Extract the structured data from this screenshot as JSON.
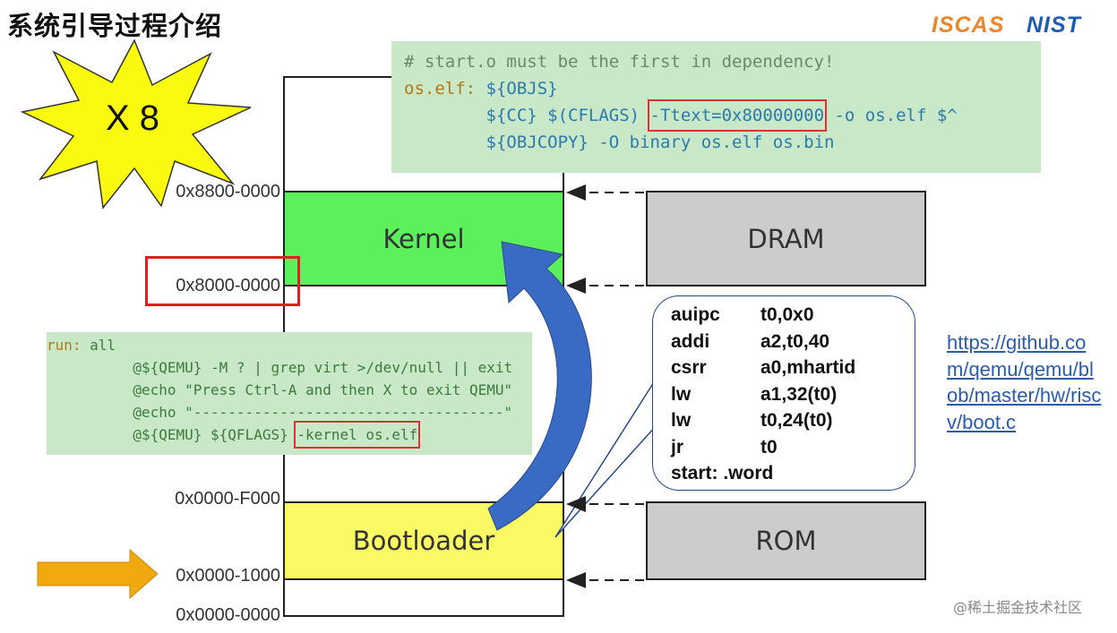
{
  "title": "系统引导过程介绍",
  "logos": {
    "iscas": "ISCAS",
    "nist": "NIST"
  },
  "star_label": "X 8",
  "makefile_top": {
    "line1": "# start.o must be the first in dependency!",
    "line2_target": "os.elf:",
    "line2_deps": " ${OBJS}",
    "line3_cc": "${CC} $(CFLAGS) ",
    "line3_hl": "-Ttext=0x80000000",
    "line3_rest": " -o os.elf $^",
    "line4": "${OBJCOPY} -O binary os.elf os.bin"
  },
  "makefile_left": {
    "line1_target": "run:",
    "line1_rest": " all",
    "line2": "@${QEMU} -M ? | grep virt >/dev/null || exit",
    "line3": "@echo \"Press Ctrl-A and then X to exit QEMU\"",
    "line4": "@echo \"------------------------------------\"",
    "line5_pre": "@${QEMU} ${QFLAGS} ",
    "line5_hl": "-kernel os.elf"
  },
  "memory": {
    "kernel": "Kernel",
    "bootloader": "Bootloader"
  },
  "hardware": {
    "dram": "DRAM",
    "rom": "ROM"
  },
  "addresses": {
    "a1": "0x8800-0000",
    "a2": "0x8000-0000",
    "a3": "0x0000-F000",
    "a4": "0x0000-1000",
    "a5": "0x0000-0000"
  },
  "asm": [
    {
      "op": "auipc",
      "args": "t0,0x0"
    },
    {
      "op": "addi",
      "args": "a2,t0,40"
    },
    {
      "op": "csrr",
      "args": "a0,mhartid"
    },
    {
      "op": "lw",
      "args": "a1,32(t0)"
    },
    {
      "op": "lw",
      "args": "t0,24(t0)"
    },
    {
      "op": "jr",
      "args": "t0"
    },
    {
      "op": "start: .word",
      "args": ""
    }
  ],
  "link": "https://github.com/qemu/qemu/blob/master/hw/riscv/boot.c",
  "watermark": "@稀土掘金技术社区",
  "colors": {
    "kernel": "#5cf05c",
    "bootloader": "#fafa64",
    "hardware": "#cccccc",
    "code_bg": "#c8e8c8",
    "highlight": "#e03030",
    "arrow_blue": "#3a6bc4",
    "arrow_orange": "#f0aa10"
  }
}
